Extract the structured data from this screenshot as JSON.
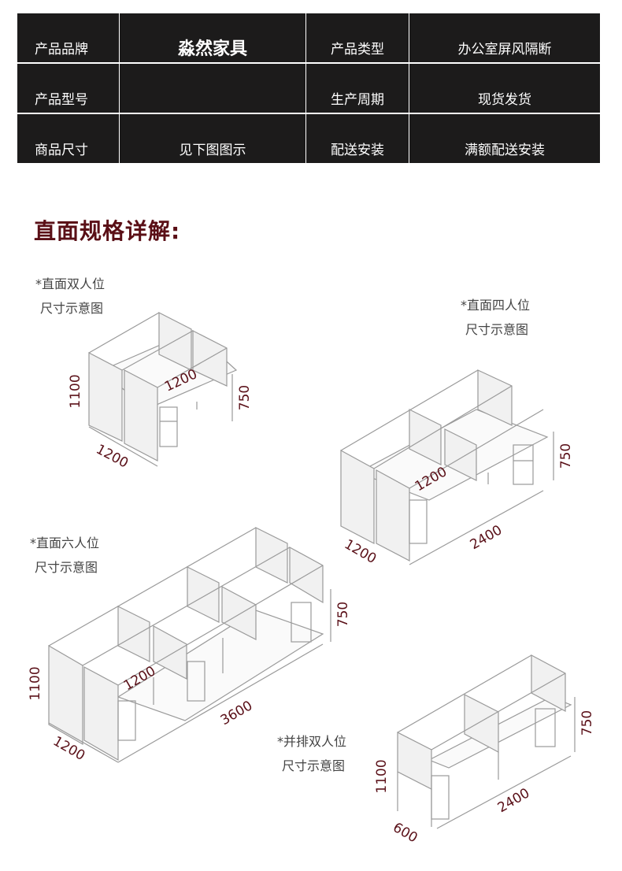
{
  "spec_table": {
    "rows": [
      {
        "label1": "产品品牌",
        "value1": "淼然家具",
        "label2": "产品类型",
        "value2": "办公室屏风隔断"
      },
      {
        "label1": "产品型号",
        "value1": "",
        "label2": "生产周期",
        "value2": "现货发货"
      },
      {
        "label1": "商品尺寸",
        "value1": "见下图图示",
        "label2": "配送安装",
        "value2": "满额配送安装"
      }
    ]
  },
  "section_title": "直面规格详解:",
  "diagrams": [
    {
      "caption_line1": "*直面双人位",
      "caption_line2": "尺寸示意图",
      "dims": {
        "height": "1100",
        "depth": "1200",
        "desk": "1200",
        "desk_height": "750"
      }
    },
    {
      "caption_line1": "*直面四人位",
      "caption_line2": "尺寸示意图",
      "dims": {
        "depth": "1200",
        "desk": "1200",
        "length": "2400",
        "desk_height": "750"
      }
    },
    {
      "caption_line1": "*直面六人位",
      "caption_line2": "尺寸示意图",
      "dims": {
        "height": "1100",
        "depth": "1200",
        "desk": "1200",
        "length": "3600",
        "desk_height": "750"
      }
    },
    {
      "caption_line1": "*并排双人位",
      "caption_line2": "尺寸示意图",
      "dims": {
        "height": "1100",
        "depth": "600",
        "length": "2400",
        "desk_height": "750"
      }
    }
  ],
  "colors": {
    "table_bg": "#1c1b1b",
    "title": "#5a0f16",
    "dimension": "#5a1018"
  }
}
